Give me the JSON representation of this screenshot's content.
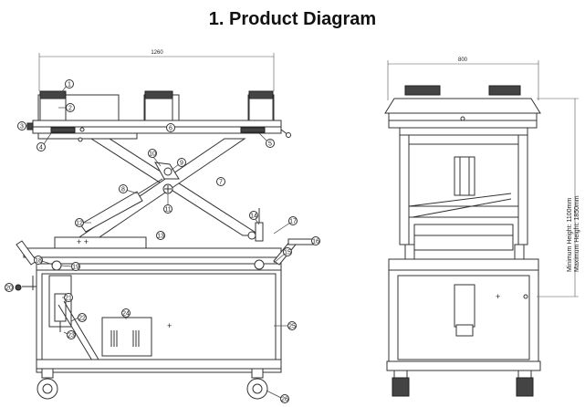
{
  "title": "1. Product Diagram",
  "dimensions": {
    "front_width": "1260",
    "side_width": "800",
    "min_height": "Minimum Height: 1100mm",
    "max_height": "Maximum Height: 1850mm"
  },
  "callouts": [
    "1",
    "2",
    "3",
    "4",
    "5",
    "6",
    "7",
    "8",
    "9",
    "10",
    "11",
    "12",
    "13",
    "14",
    "15",
    "16",
    "17",
    "18",
    "19",
    "20",
    "21",
    "22",
    "23",
    "24",
    "25",
    "26"
  ]
}
